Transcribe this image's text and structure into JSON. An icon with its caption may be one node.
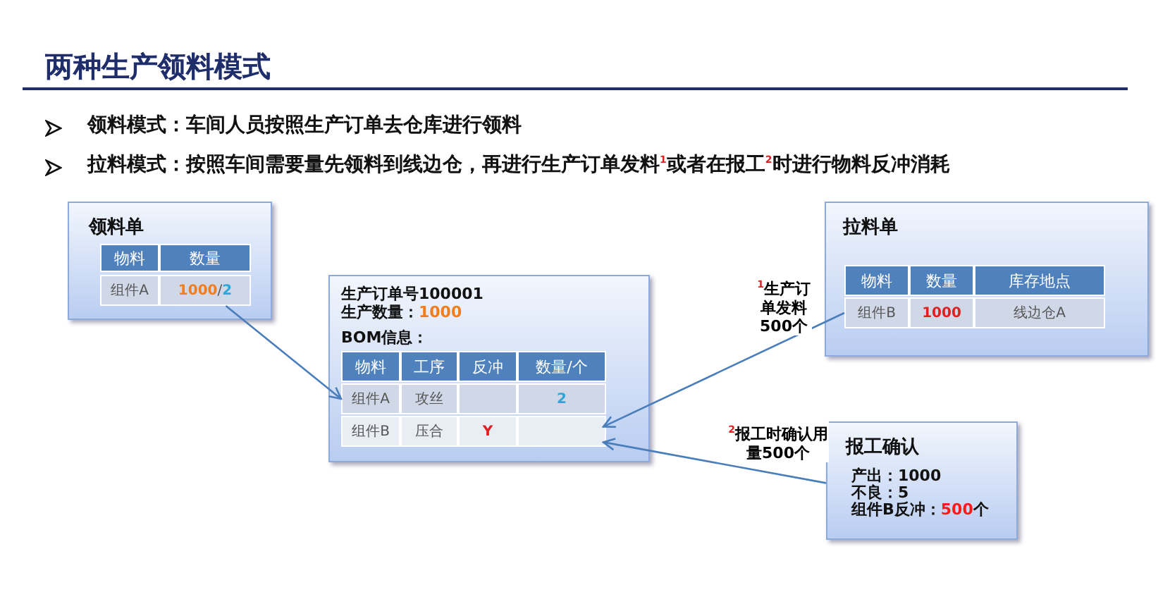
{
  "diagram": {
    "title": "两种生产领料模式",
    "nodes": [
      {
        "text": [
          "领料单"
        ]
      },
      {
        "text": [
          "组件A",
          "1000",
          "/",
          "2"
        ],
        "in": 0
      },
      {
        "text": [
          "生产订单号100001",
          "生产数量：",
          "1000",
          "BOM信息："
        ]
      },
      {
        "text": [
          "组件A",
          "攻丝",
          "2"
        ],
        "in": 2
      },
      {
        "text": [
          "组件B",
          "压合",
          "Y"
        ],
        "in": 2
      },
      {
        "text": [
          "拉料单"
        ]
      },
      {
        "text": [
          "组件B",
          "1000",
          "线边仓A"
        ],
        "in": 5
      },
      {
        "text": [
          "报工确认",
          "产出：1000",
          "不良：5",
          "组件B反冲：",
          "500",
          "个"
        ]
      }
    ],
    "edges": [
      {
        "from": 1,
        "to": 3,
        "arrow": "to"
      },
      {
        "from": 6,
        "to": 4,
        "arrow": "to",
        "label": "$^{1}$生产订单发料500个"
      },
      {
        "from": 7,
        "to": 4,
        "arrow": "to",
        "label": "$^{2}$报工时确认用量500个"
      }
    ],
    "labels": [
      "领料模式：车间人员按照生产订单去仓库进行领料",
      "拉料模式：按照车间需要量先领料到线边仓，再进行生产订单发料$^{1}$或者在报工$^{2}$时进行物料反冲消耗",
      "物料",
      "数量",
      "物料",
      "工序",
      "反冲",
      "数量/个",
      "物料",
      "数量",
      "库存地点"
    ]
  }
}
